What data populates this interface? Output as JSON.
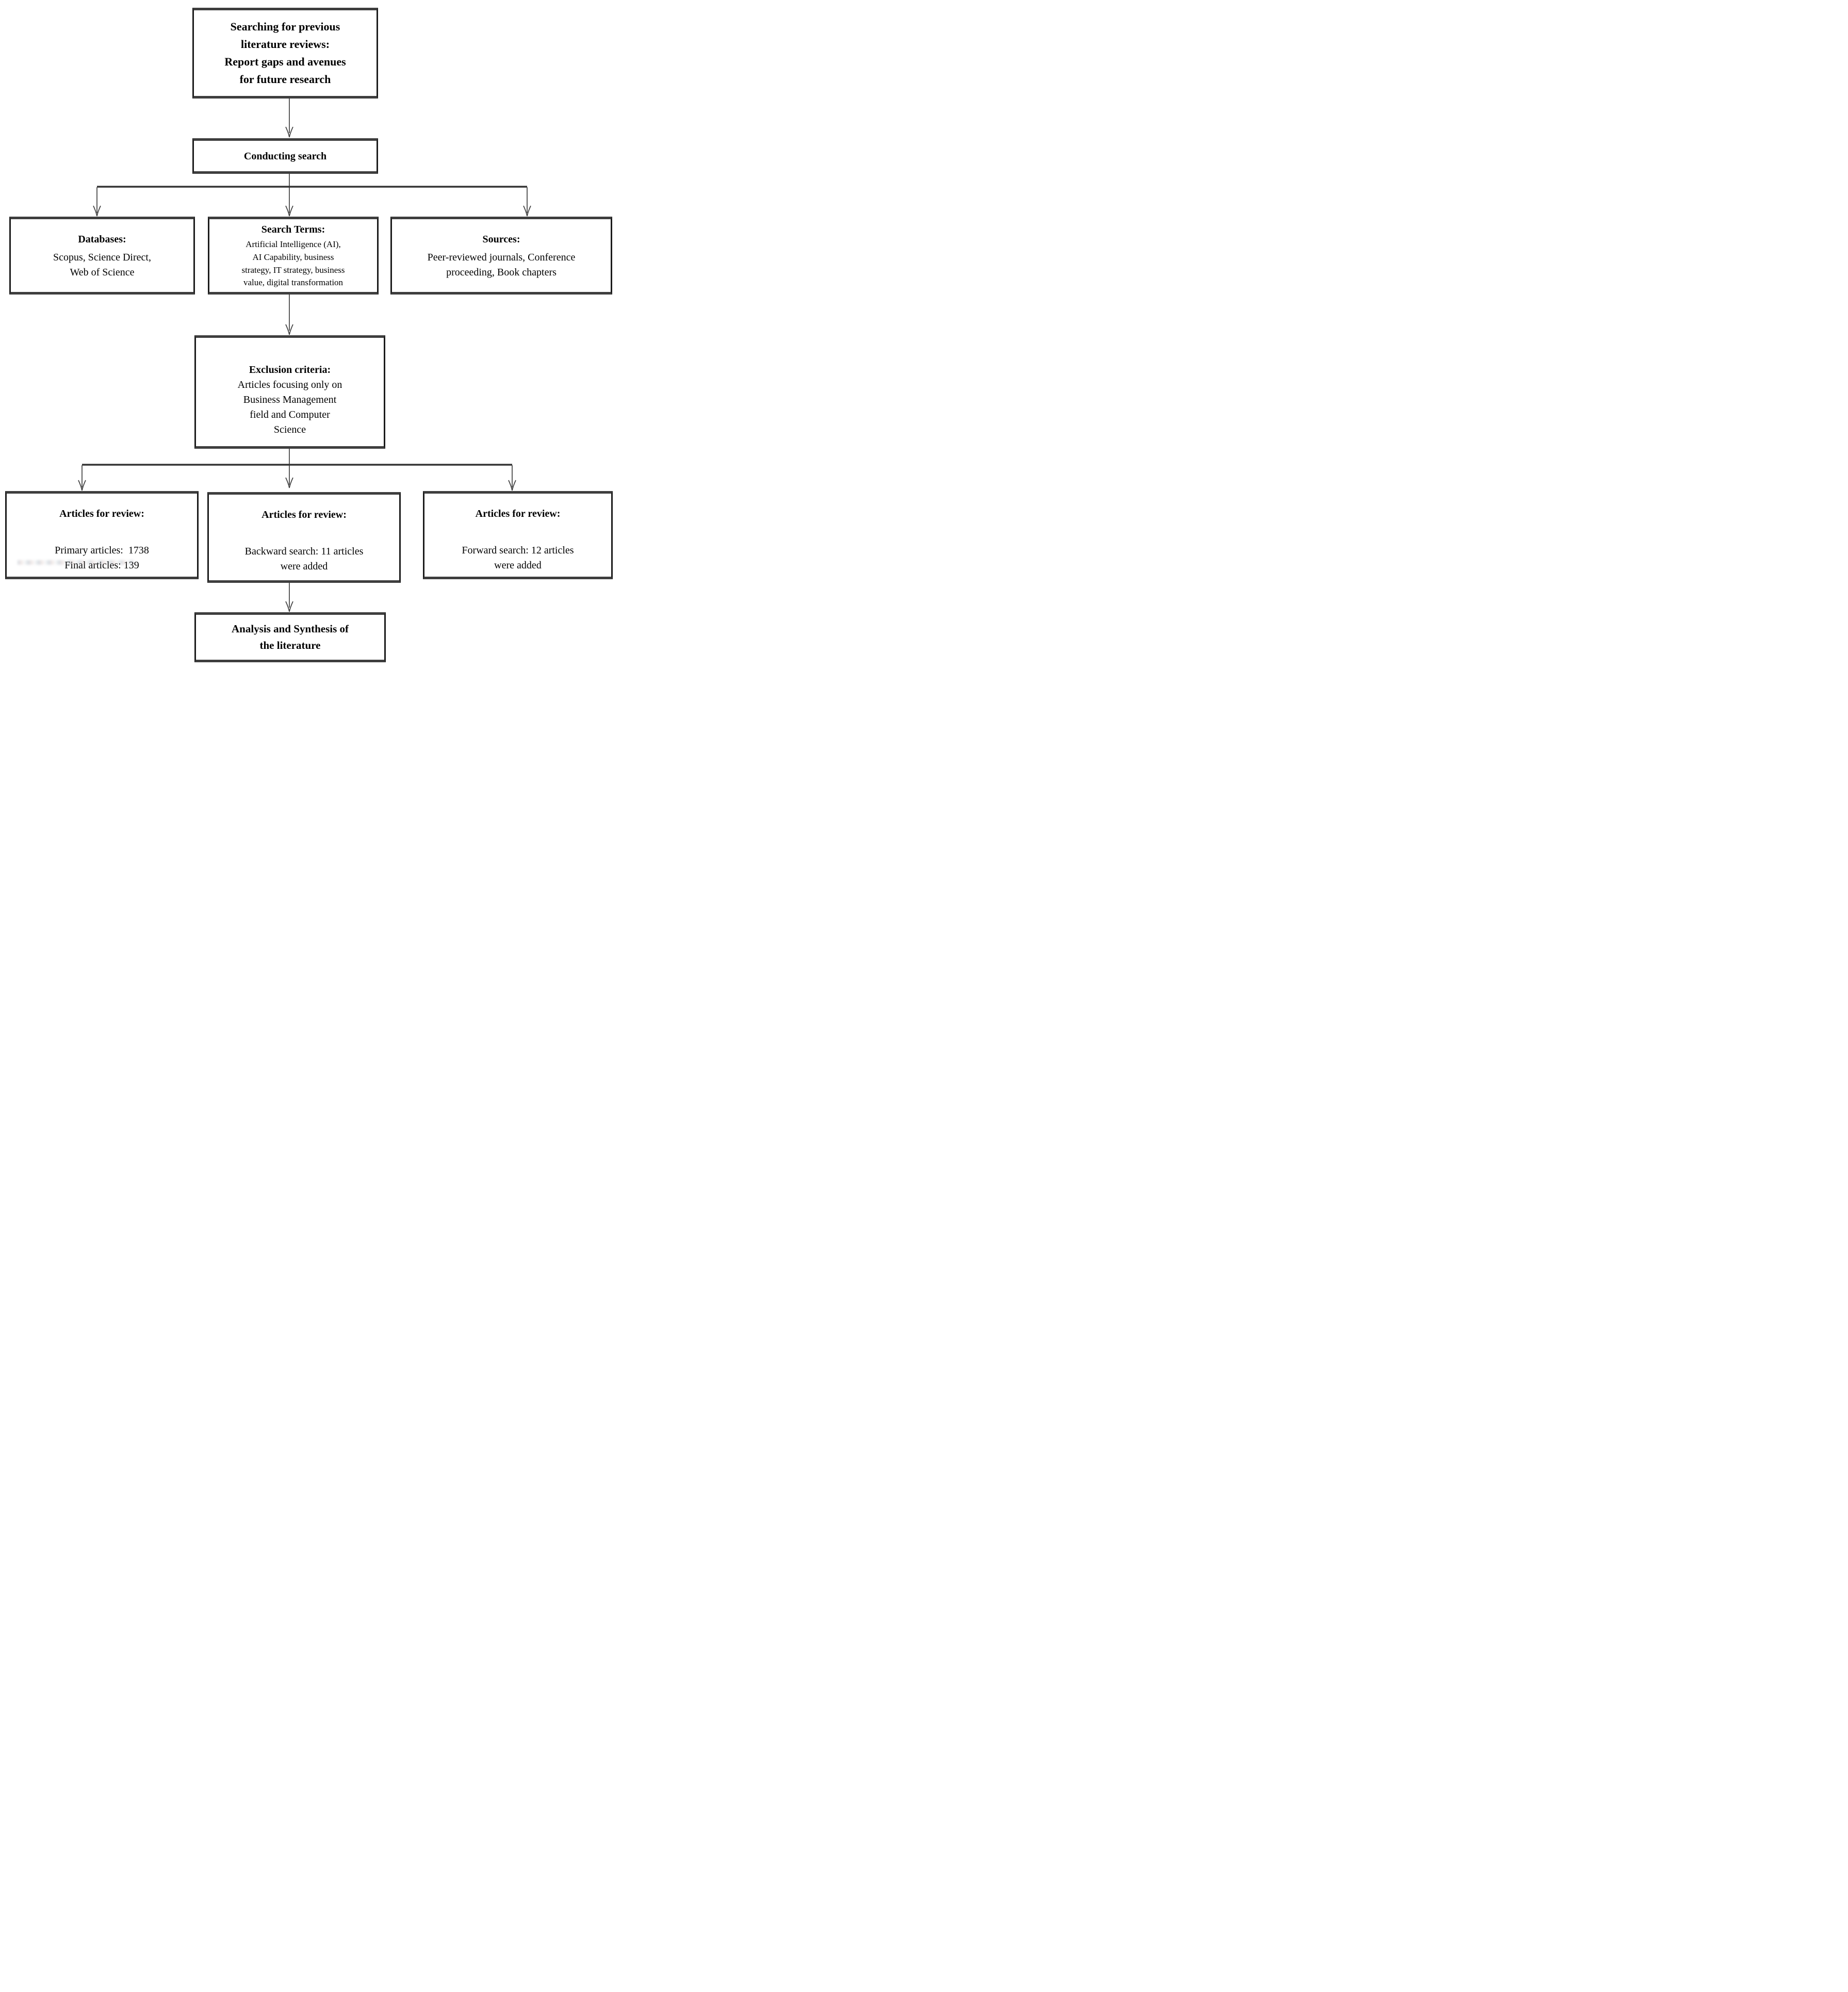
{
  "diagram_type": "flowchart",
  "colors": {
    "border-side": "#1c1c1c",
    "border-flat": "#3e3e3e",
    "line": "#3f3f3f",
    "branch": "#333333"
  },
  "nodes": {
    "searching": {
      "text": "Searching for previous\nliterature reviews:\nReport gaps and avenues\nfor future research"
    },
    "conducting": {
      "text": "Conducting search"
    },
    "databases": {
      "title": "Databases:",
      "body": "Scopus, Science Direct,\nWeb of Science"
    },
    "search_terms": {
      "title": "Search Terms:",
      "body": "Artificial Intelligence (AI),\nAI Capability, business\nstrategy, IT strategy, business\nvalue, digital transformation"
    },
    "sources": {
      "title": "Sources:",
      "body": "Peer-reviewed journals, Conference\nproceeding, Book chapters"
    },
    "exclusion": {
      "title": "Exclusion criteria:",
      "body": "Articles focusing only on\nBusiness Management\nfield and Computer\nScience"
    },
    "review_primary": {
      "title": "Articles for review:",
      "body": "Primary articles:  1738\nFinal articles: 139"
    },
    "review_backward": {
      "title": "Articles for review:",
      "body": "Backward search: 11 articles\nwere added"
    },
    "review_forward": {
      "title": "Articles for review:",
      "body": "Forward search: 12 articles\nwere added"
    },
    "analysis": {
      "text": "Analysis and Synthesis of\nthe literature"
    }
  }
}
